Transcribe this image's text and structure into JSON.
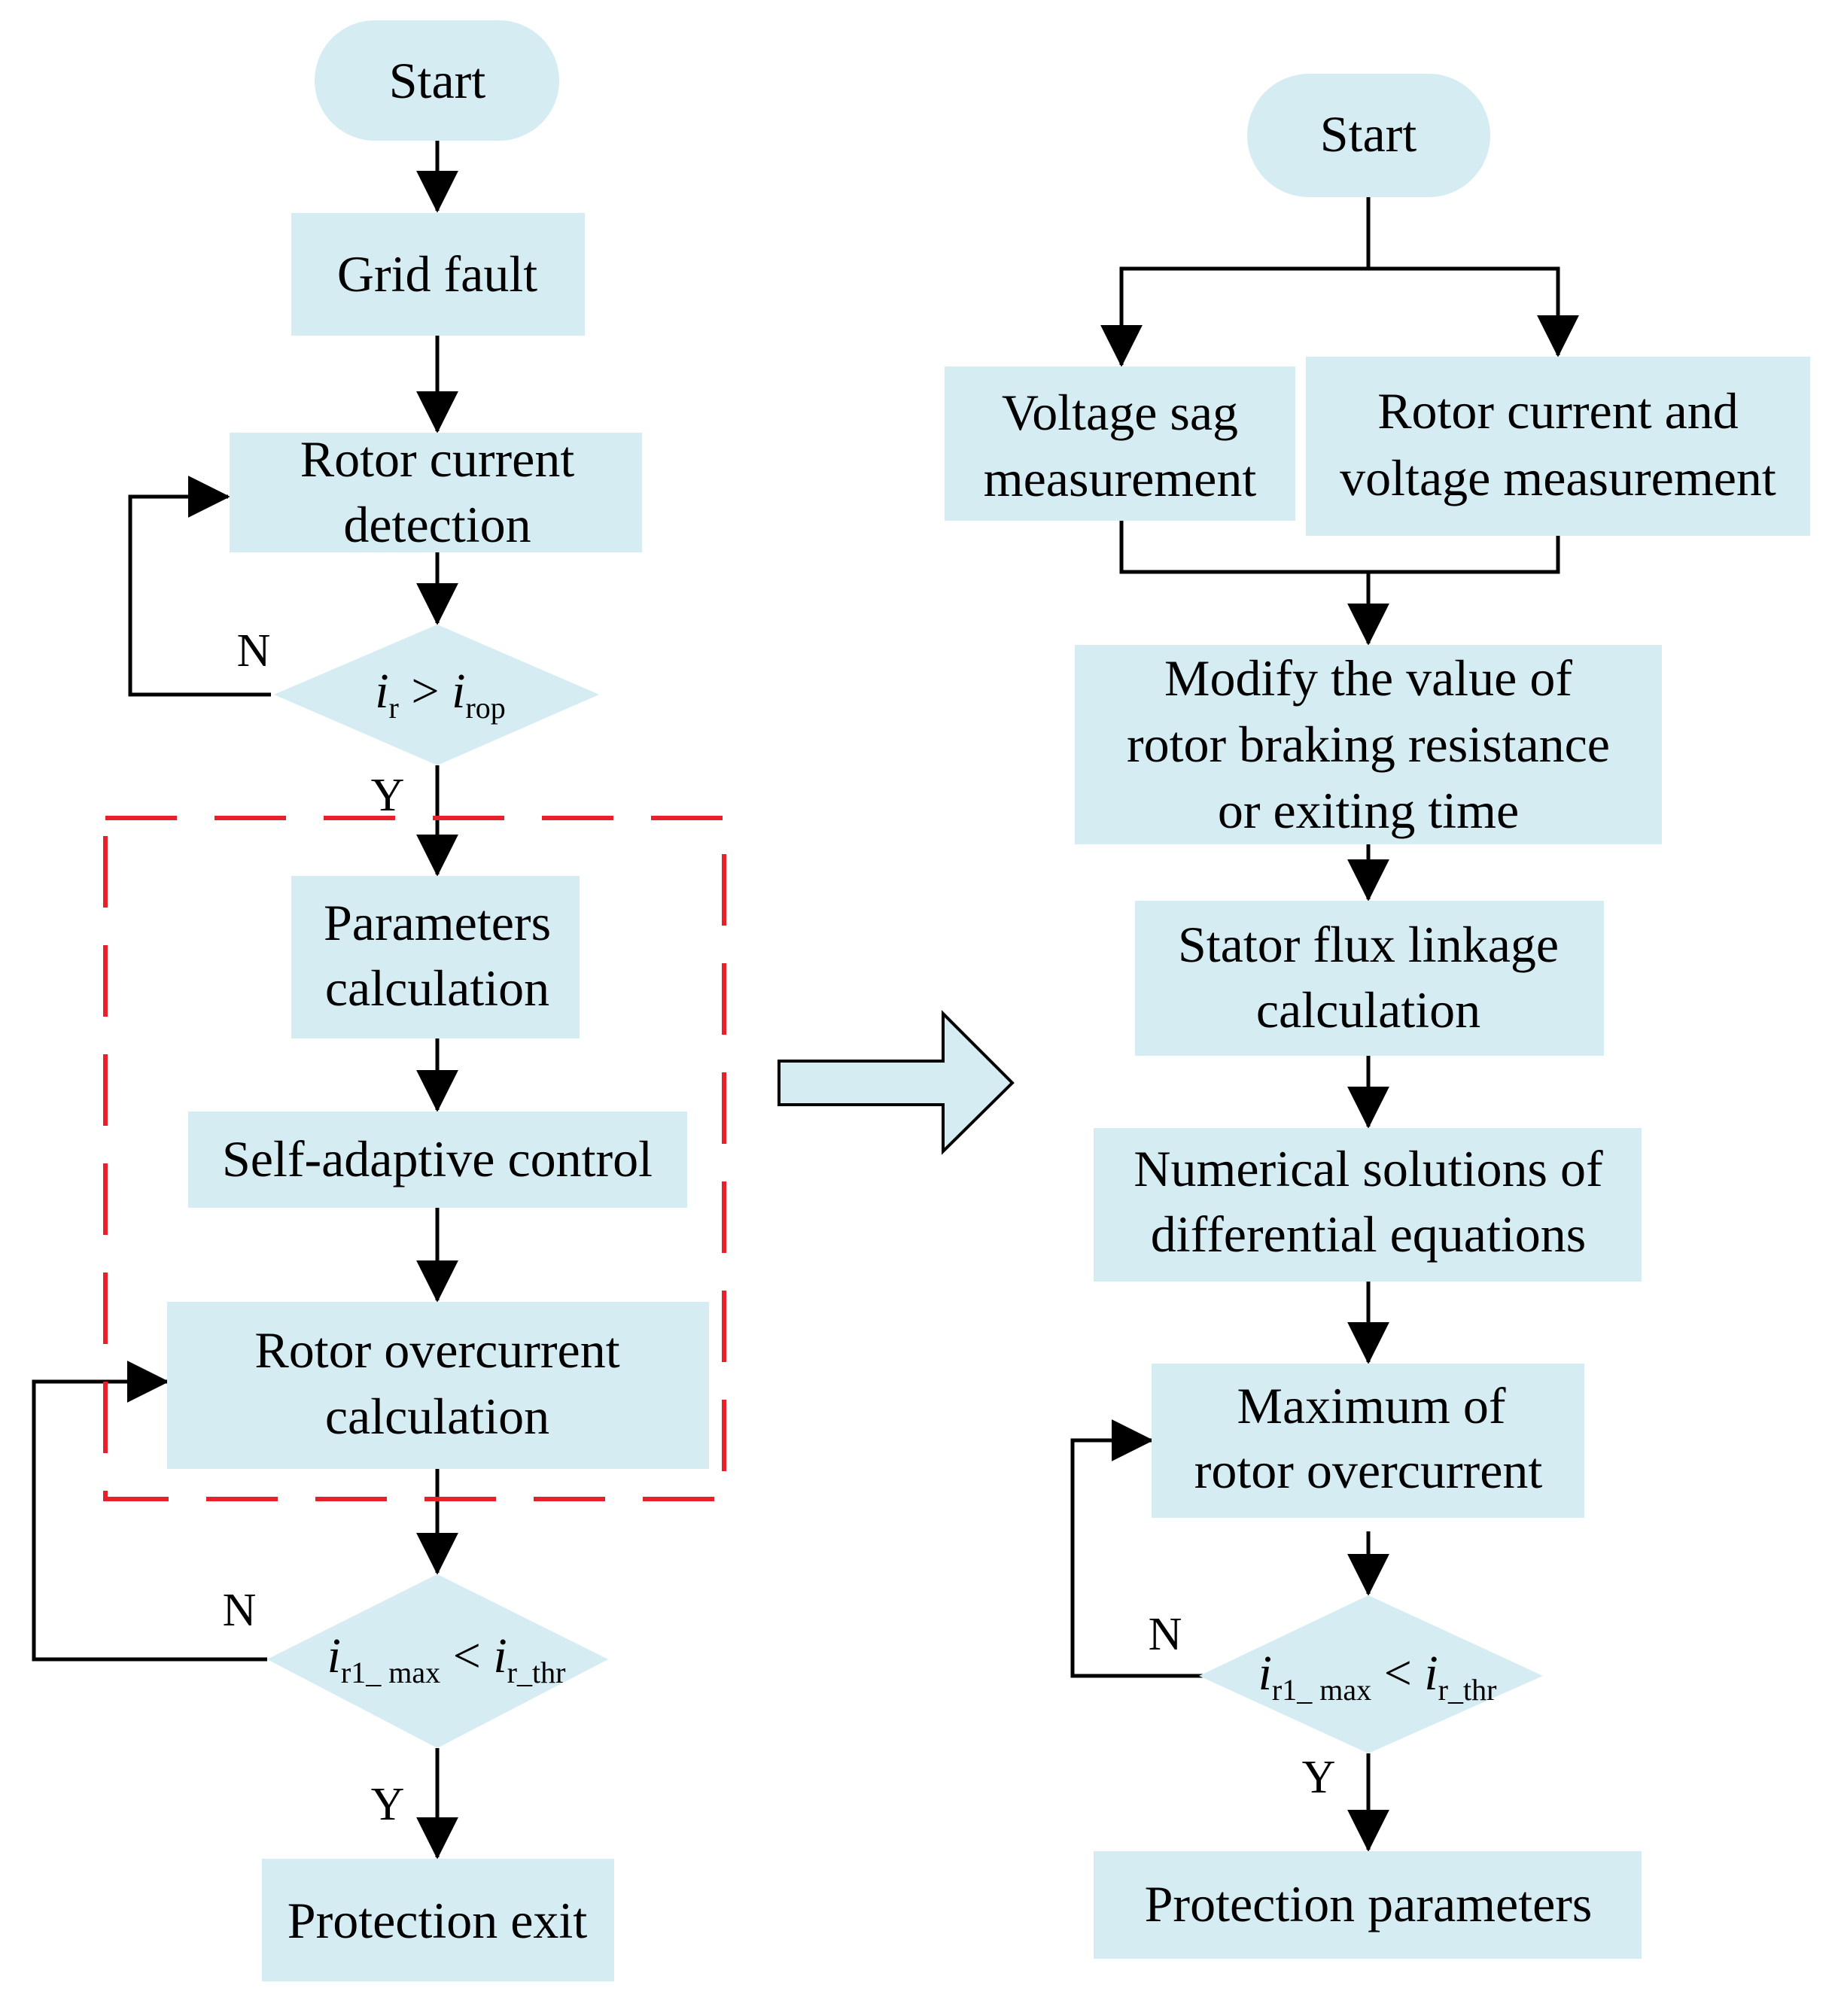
{
  "colors": {
    "box_fill": "#d4ecf2",
    "line": "#000000",
    "dash_frame": "#e8202a",
    "background": "#ffffff"
  },
  "left": {
    "start": "Start",
    "grid_fault": "Grid fault",
    "rotor_detect": [
      "Rotor current",
      "detection"
    ],
    "decision1": {
      "i": "i",
      "sub_r": "r",
      "gt": " > ",
      "sub_rop": "rop"
    },
    "n1": "N",
    "y1": "Y",
    "params": [
      "Parameters",
      "calculation"
    ],
    "self_adaptive": "Self-adaptive control",
    "overcurrent": [
      "Rotor overcurrent",
      "calculation"
    ],
    "decision2": {
      "i": "i",
      "sub_max": "r1_ max",
      "lt": " < ",
      "sub_thr": "r_thr"
    },
    "n2": "N",
    "y2": "Y",
    "exit": "Protection exit"
  },
  "right": {
    "start": "Start",
    "voltage_sag": [
      "Voltage sag",
      "measurement"
    ],
    "rotor_cv": [
      "Rotor current and",
      "voltage measurement"
    ],
    "modify": [
      "Modify the value of",
      "rotor braking resistance",
      "or exiting time"
    ],
    "stator": [
      "Stator flux linkage",
      "calculation"
    ],
    "numerical": [
      "Numerical solutions of",
      "differential equations"
    ],
    "maximum": [
      "Maximum of",
      "rotor overcurrent"
    ],
    "decision": {
      "i": "i",
      "sub_max": "r1_ max",
      "lt": " < ",
      "sub_thr": "r_thr"
    },
    "n": "N",
    "y": "Y",
    "params_out": "Protection parameters"
  },
  "icons": {
    "transition_arrow": "block-right-arrow-icon"
  }
}
